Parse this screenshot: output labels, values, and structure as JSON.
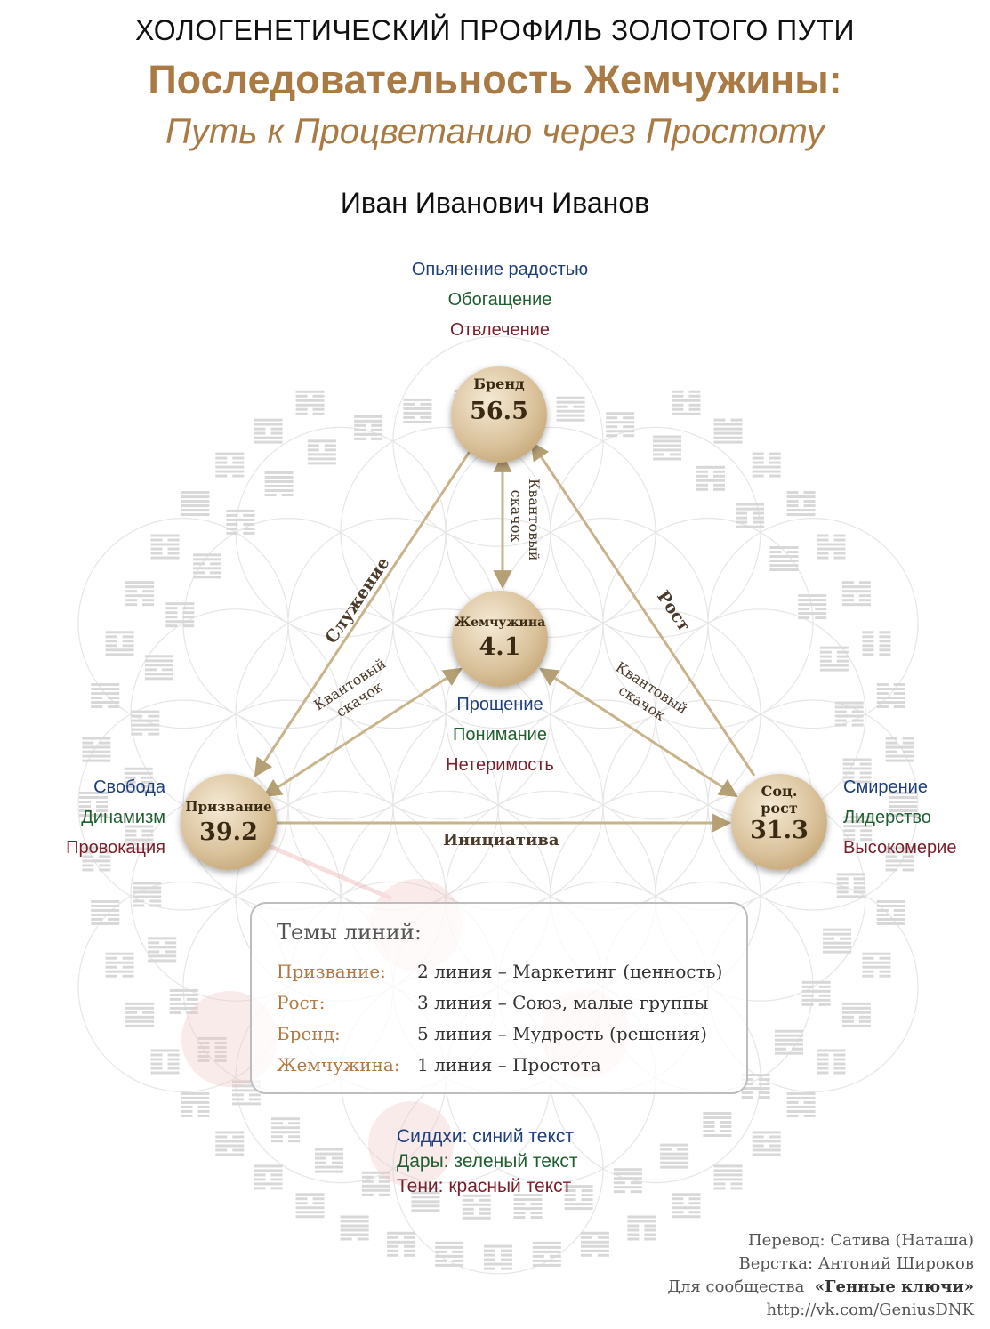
{
  "header": {
    "title": "ХОЛОГЕНЕТИЧЕСКИЙ ПРОФИЛЬ ЗОЛОТОГО ПУТИ",
    "subtitle": "Последовательность Жемчужины:",
    "tagline": "Путь к Процветанию через Простоту",
    "person": "Иван Иванович Иванов"
  },
  "nodes": {
    "brand": {
      "label": "Бренд",
      "value": "56.5",
      "siddhi": "Опьянение радостью",
      "gift": "Обогащение",
      "shadow": "Отвлечение"
    },
    "pearl": {
      "label": "Жемчужина",
      "value": "4.1",
      "siddhi": "Прощение",
      "gift": "Понимание",
      "shadow": "Нетеримость"
    },
    "calling": {
      "label": "Призвание",
      "value": "39.2",
      "siddhi": "Свобода",
      "gift": "Динамизм",
      "shadow": "Провокация"
    },
    "social": {
      "label_line1": "Соц.",
      "label_line2": "рост",
      "value": "31.3",
      "siddhi": "Смирение",
      "gift": "Лидерство",
      "shadow": "Высокомерие"
    }
  },
  "edges": {
    "service": "Служение",
    "growth": "Рост",
    "initiative": "Инициатива",
    "quantum_top_line1": "Квантовый",
    "quantum_top_line2": "скачок",
    "quantum_left_line1": "Квантовый",
    "quantum_left_line2": "скачок",
    "quantum_right_line1": "Квантовый",
    "quantum_right_line2": "скачок"
  },
  "line_themes": {
    "title": "Темы линий:",
    "rows": [
      {
        "key": "Призвание:",
        "value": "2 линия – Маркетинг (ценность)"
      },
      {
        "key": "Рост:",
        "value": "3 линия – Союз, малые группы"
      },
      {
        "key": "Бренд:",
        "value": "5 линия – Мудрость (решения)"
      },
      {
        "key": "Жемчужина:",
        "value": "1 линия – Простота"
      }
    ]
  },
  "legend": {
    "siddhi": "Сиддхи: синий текст",
    "gift": "Дары: зеленый текст",
    "shadow": "Тени: красный текст"
  },
  "credits": {
    "line1": "Перевод: Сатива (Наташа)",
    "line2": "Верстка: Антоний Широков",
    "line3_prefix": "Для сообщества",
    "line3_name": "«Генные ключи»",
    "line4": "http://vk.com/GeniusDNK"
  },
  "colors": {
    "accent": "#a97a44",
    "siddhi": "#1f3f7a",
    "gift": "#1f5e2e",
    "shadow": "#7a1f2a",
    "arrow": "#c8b48a"
  },
  "icons": {
    "background": "hexagram-circle-flower-of-life"
  }
}
